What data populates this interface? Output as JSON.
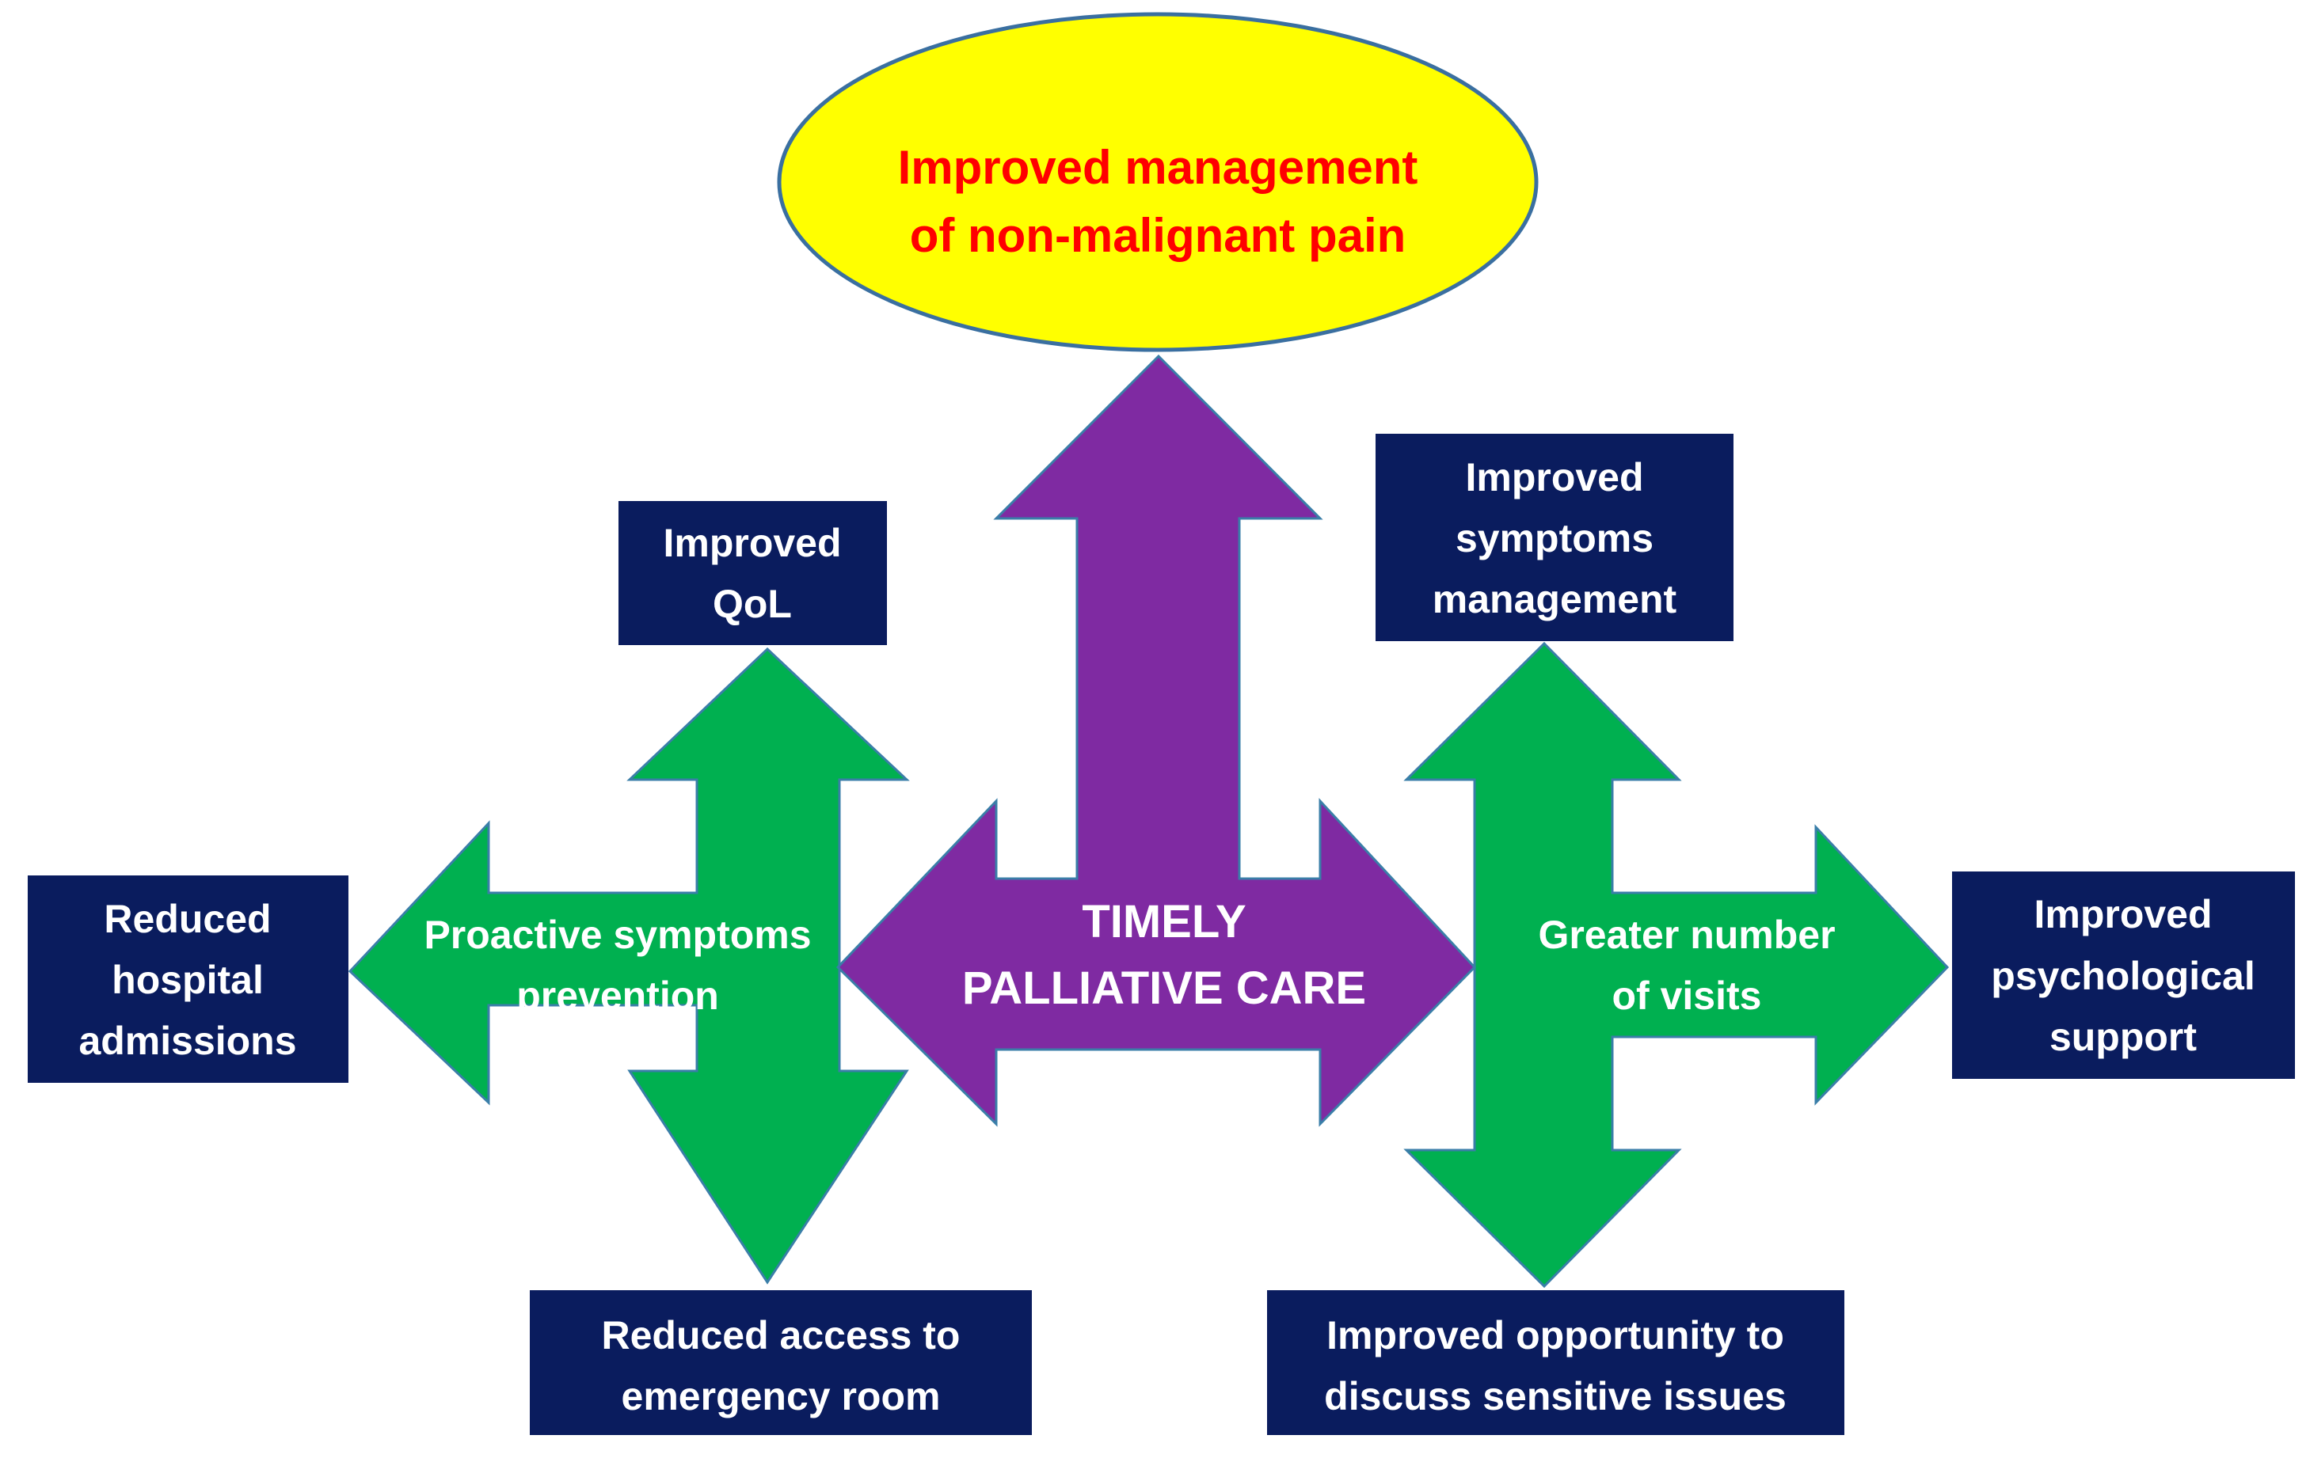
{
  "diagram": {
    "top_outcome": {
      "line1": "Improved management",
      "line2": "of non-malignant pain"
    },
    "center": {
      "line1": "TIMELY",
      "line2": "PALLIATIVE CARE"
    },
    "left_arrow": {
      "line1": "Proactive symptoms",
      "line2": "prevention"
    },
    "right_arrow": {
      "line1": "Greater number",
      "line2": "of visits"
    },
    "boxes": {
      "qol": {
        "line1": "Improved",
        "line2": "QoL"
      },
      "symptoms_management": {
        "line1": "Improved",
        "line2": "symptoms",
        "line3": "management"
      },
      "hospital_admissions": {
        "line1": "Reduced",
        "line2": "hospital",
        "line3": "admissions"
      },
      "psychological_support": {
        "line1": "Improved",
        "line2": "psychological",
        "line3": "support"
      },
      "emergency_room": {
        "line1": "Reduced access to",
        "line2": "emergency room"
      },
      "sensitive_issues": {
        "line1": "Improved opportunity to",
        "line2": "discuss sensitive issues"
      }
    },
    "colors": {
      "ellipse_fill": "#ffff00",
      "ellipse_text": "#ff0000",
      "box_fill": "#0a1c5e",
      "green_arrow": "#00b050",
      "purple_arrow": "#7f2aa2",
      "text_light": "#ffffff"
    }
  }
}
